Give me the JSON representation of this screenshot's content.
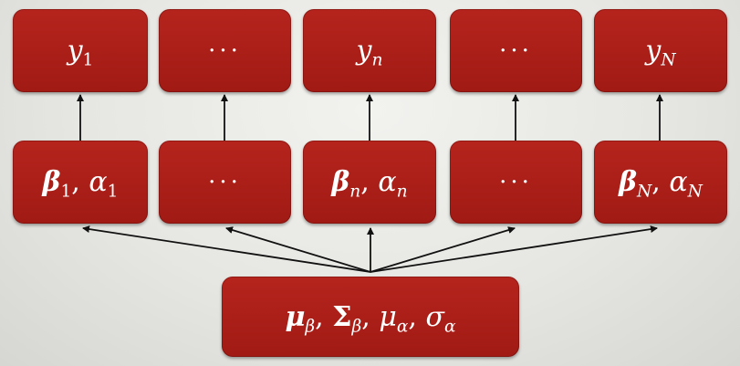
{
  "diagram": {
    "outputs": [
      {
        "kind": "var",
        "base": "y",
        "sub": "1"
      },
      {
        "kind": "dots",
        "text": "···"
      },
      {
        "kind": "var",
        "base": "y",
        "sub": "n"
      },
      {
        "kind": "dots",
        "text": "···"
      },
      {
        "kind": "var",
        "base": "y",
        "sub": "N"
      }
    ],
    "params": [
      {
        "kind": "pair",
        "beta": "β",
        "alpha": "α",
        "sub": "1"
      },
      {
        "kind": "dots",
        "text": "···"
      },
      {
        "kind": "pair",
        "beta": "β",
        "alpha": "α",
        "sub": "n"
      },
      {
        "kind": "dots",
        "text": "···"
      },
      {
        "kind": "pair",
        "beta": "β",
        "alpha": "α",
        "sub": "N"
      }
    ],
    "hyper": {
      "mu": "μ",
      "Sigma": "Σ",
      "sigma": "σ",
      "beta_sub": "β",
      "alpha_sub": "α",
      "sep": ","
    },
    "colors": {
      "node_fill": "#a91e17",
      "arrow": "#111111",
      "text": "#ffffff",
      "background": "#e9e9e6"
    }
  }
}
